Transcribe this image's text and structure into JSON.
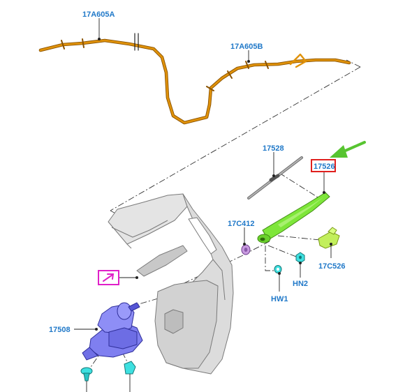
{
  "colors": {
    "callout_text": "#1f78c8",
    "leader": "#222222",
    "highlight_box": "#e0201e",
    "highlight_arrow": "#57c430",
    "magenta_marker": "#e020c8",
    "hose": "#e0920a",
    "hose_edge": "#8a5200",
    "panel_fill": "#e4e4e4",
    "panel_edge": "#7a7a7a",
    "arm_fill": "#7ee63a",
    "arm_edge": "#3f8a12",
    "motor_fill": "#7f7ff0",
    "motor_edge": "#2f2f9a",
    "fastener_fill": "#3ee0e0",
    "fastener_edge": "#167878",
    "nut_fill": "#c89ae0"
  },
  "callouts": {
    "hose_upper": "17A605A",
    "hose_lower": "17A605B",
    "blade": "17528",
    "arm": "17526",
    "nut": "17C412",
    "cap": "17C526",
    "washer_hn2": "HN2",
    "washer_hw1": "HW1",
    "motor": "17508"
  },
  "icons": {
    "highlight_arrow": "green-arrow-icon",
    "magenta_marker": "magenta-arrow-box-icon"
  }
}
